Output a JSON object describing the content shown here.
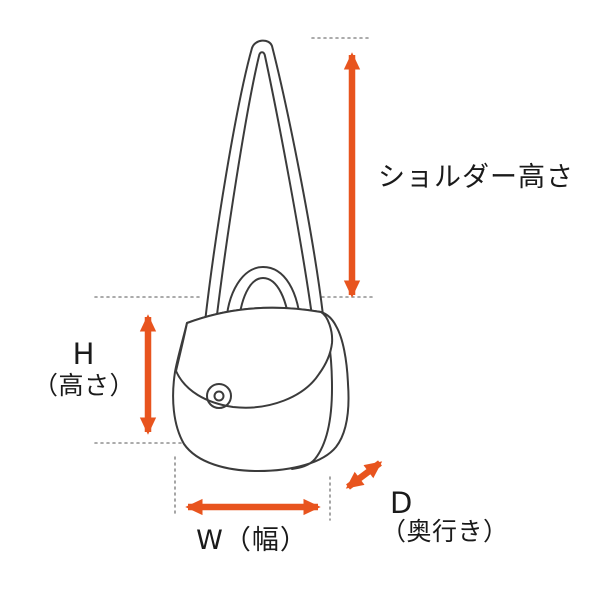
{
  "colors": {
    "arrow": "#e8541e",
    "line": "#3b3b3b",
    "dotted": "#8f8f8f",
    "text": "#1a1a1a",
    "background": "#ffffff"
  },
  "labels": {
    "shoulder_height": "ショルダー高さ",
    "height_letter": "H",
    "height_paren": "（高さ）",
    "width": "W（幅）",
    "depth_letter": "D",
    "depth_paren": "（奥行き）"
  }
}
